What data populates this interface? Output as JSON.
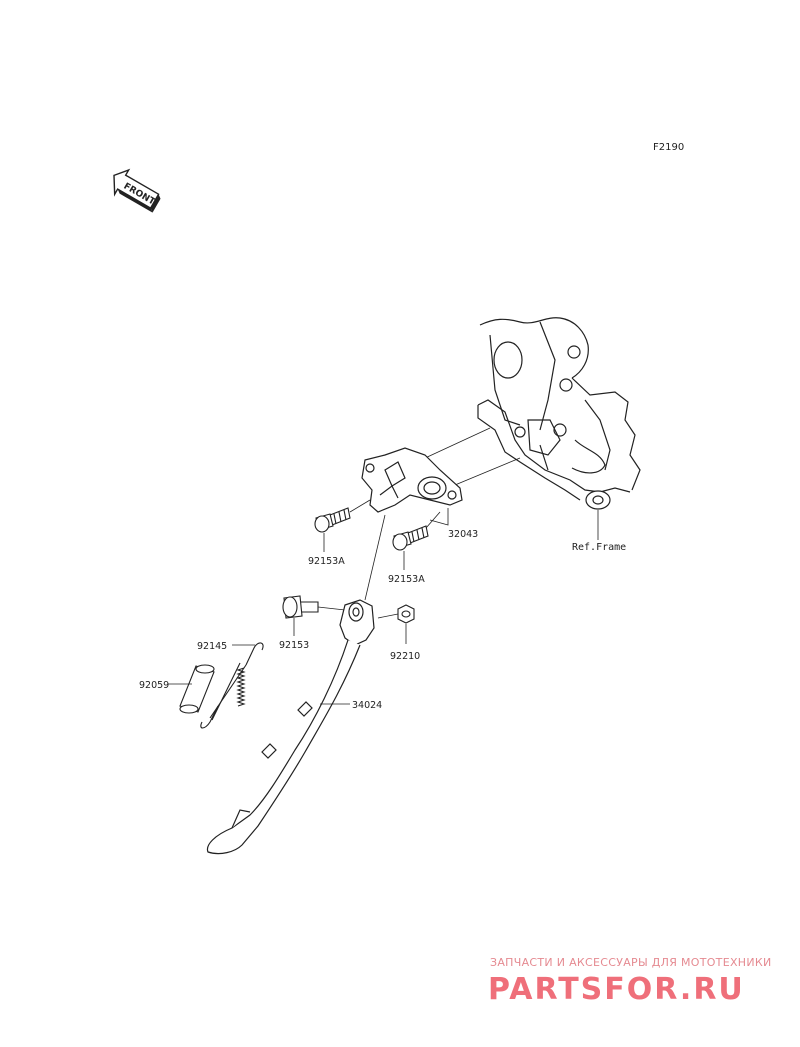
{
  "diagram": {
    "code": "F2190",
    "front_label": "FRONT",
    "ref_frame": "Ref.Frame",
    "parts": {
      "p32043": "32043",
      "p92153A_1": "92153A",
      "p92153A_2": "92153A",
      "p92153": "92153",
      "p92210": "92210",
      "p92145": "92145",
      "p92059": "92059",
      "p34024": "34024"
    }
  },
  "watermark": {
    "caption": "ЗАПЧАСТИ И АКСЕССУАРЫ ДЛЯ МОТОТЕХНИКИ",
    "brand": "PARTSFOR.RU",
    "color": "#ef6f7a"
  }
}
